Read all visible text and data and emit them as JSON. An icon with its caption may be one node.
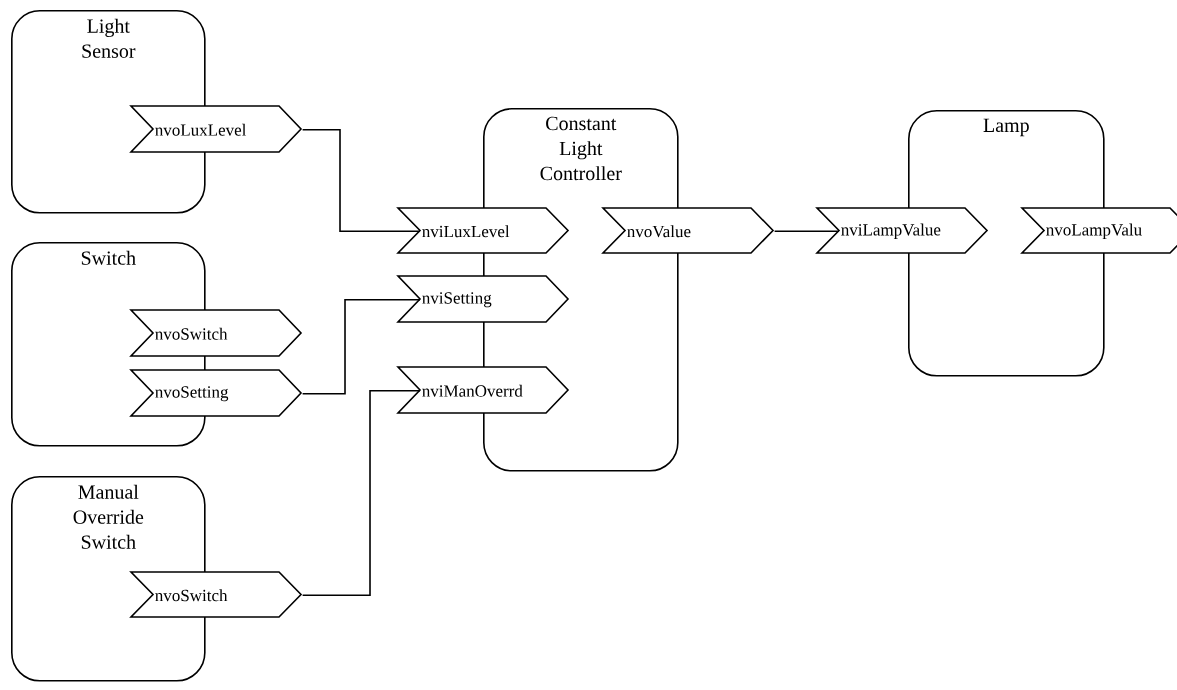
{
  "diagram": {
    "nodes": [
      {
        "text": [
          "Light Sensor"
        ]
      },
      {
        "text": [
          "nvoLuxLevel"
        ]
      },
      {
        "text": [
          "Switch"
        ]
      },
      {
        "text": [
          "nvoSwitch"
        ]
      },
      {
        "text": [
          "nvoSetting"
        ]
      },
      {
        "text": [
          "Manual Override Switch"
        ]
      },
      {
        "text": [
          "nvoSwitch"
        ]
      },
      {
        "text": [
          "Constant Light Controller"
        ]
      },
      {
        "text": [
          "nviLuxLevel"
        ]
      },
      {
        "text": [
          "nviSetting"
        ]
      },
      {
        "text": [
          "nviManOverrd"
        ]
      },
      {
        "text": [
          "nvoValue"
        ]
      },
      {
        "text": [
          "Lamp"
        ]
      },
      {
        "text": [
          "nviLampValue"
        ]
      },
      {
        "text": [
          "nvoLampValu"
        ]
      }
    ],
    "edges": [
      {
        "from": 1,
        "to": 8,
        "arrow": "none"
      },
      {
        "from": 4,
        "to": 9,
        "arrow": "none"
      },
      {
        "from": 6,
        "to": 10,
        "arrow": "none"
      },
      {
        "from": 11,
        "to": 13,
        "arrow": "none"
      }
    ]
  }
}
